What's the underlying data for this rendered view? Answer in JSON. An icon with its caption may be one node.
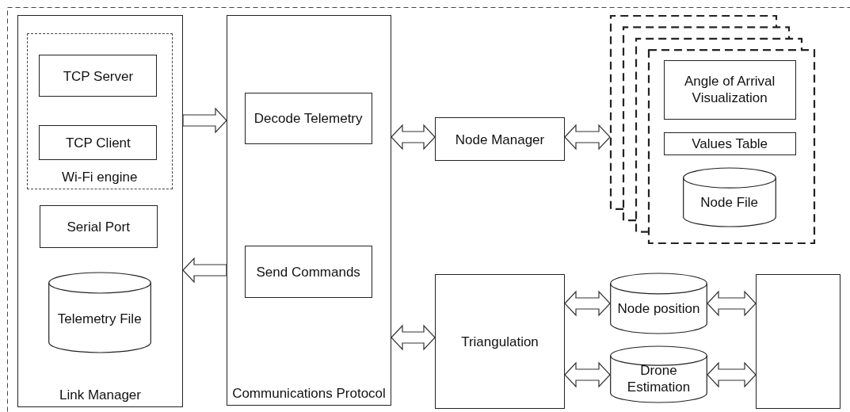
{
  "diagram": {
    "nodes": [
      {
        "text": [
          "Link Manager"
        ]
      },
      {
        "text": [
          "Wi-Fi engine"
        ],
        "in": 0
      },
      {
        "text": [
          "TCP Server"
        ],
        "in": 1
      },
      {
        "text": [
          "TCP Client"
        ],
        "in": 1
      },
      {
        "text": [
          "Serial Port"
        ],
        "in": 0
      },
      {
        "text": [
          "Telemetry File"
        ],
        "in": 0
      },
      {
        "text": [
          "Communications Protocol"
        ]
      },
      {
        "text": [
          "Decode Telemetry"
        ],
        "in": 6
      },
      {
        "text": [
          "Send Commands"
        ],
        "in": 6
      },
      {
        "text": [
          "Node Manager"
        ]
      },
      {
        "text": [],
        "shape": "stack"
      },
      {
        "text": [
          "Angle of Arrival Visualization"
        ],
        "in": 10
      },
      {
        "text": [
          "Values Table"
        ],
        "in": 10
      },
      {
        "text": [
          "Node File"
        ],
        "in": 10
      },
      {
        "text": [
          "Triangulation"
        ]
      },
      {
        "text": [
          "Node position"
        ]
      },
      {
        "text": [
          "Drone Estimation"
        ]
      },
      {
        "text": [],
        "shape": "box"
      }
    ],
    "edges": [
      {
        "from": 0,
        "to": 6,
        "arrow": "to"
      },
      {
        "from": 6,
        "to": 0,
        "arrow": "to"
      },
      {
        "from": 6,
        "to": 9,
        "arrow": "both"
      },
      {
        "from": 9,
        "to": 10,
        "arrow": "both"
      },
      {
        "from": 6,
        "to": 14,
        "arrow": "both"
      },
      {
        "from": 14,
        "to": 15,
        "arrow": "both"
      },
      {
        "from": 14,
        "to": 16,
        "arrow": "both"
      },
      {
        "from": 15,
        "to": 17,
        "arrow": "both"
      },
      {
        "from": 16,
        "to": 17,
        "arrow": "both"
      }
    ]
  }
}
